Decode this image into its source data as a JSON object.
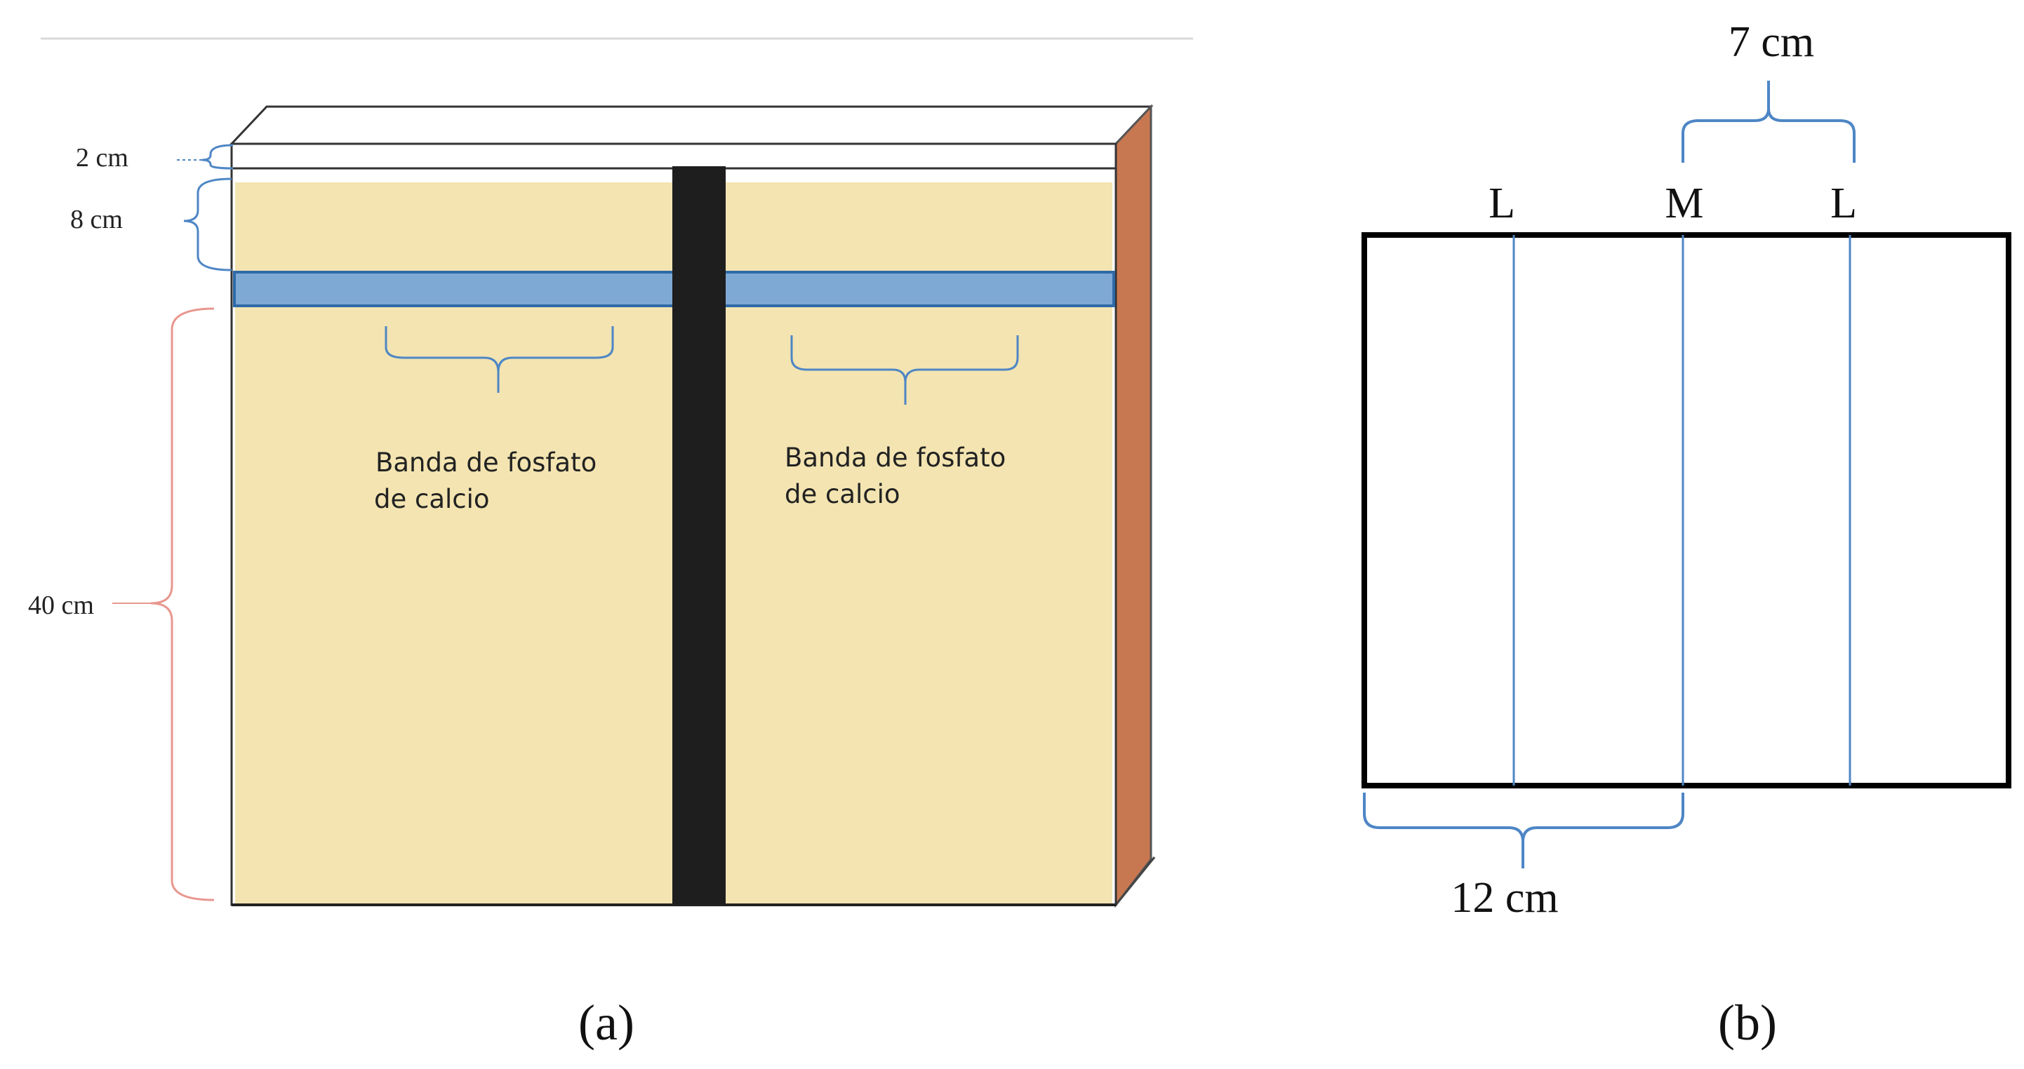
{
  "panel_a": {
    "dim_top": "2 cm",
    "dim_mid": "8 cm",
    "dim_bottom": "40 cm",
    "band_left_line1": "Banda de fosfato",
    "band_left_line2": "de calcio",
    "band_right_line1": "Banda de fosfato",
    "band_right_line2": "de calcio",
    "caption": "(a)",
    "colors": {
      "soil": "#f3e4b1",
      "band": "#7ea9d4",
      "band_stroke": "#2f6aa8",
      "divider": "#1e1e1e",
      "side_face": "#c87851",
      "red_brace": "#e8978f",
      "blue_brace": "#4e86c5"
    }
  },
  "panel_b": {
    "dim_top": "7 cm",
    "dim_bottom": "12 cm",
    "label_left": "L",
    "label_mid": "M",
    "label_right": "L",
    "caption": "(b)",
    "colors": {
      "frame": "#000000",
      "line": "#4e86c5",
      "brace": "#4e86c5"
    }
  }
}
